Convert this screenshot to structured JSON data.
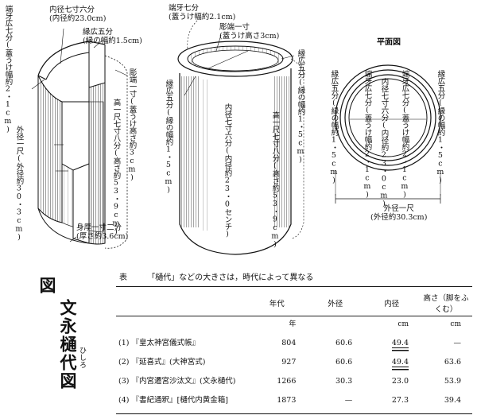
{
  "fig1": {
    "inner_diameter": "内径七寸六分",
    "inner_diameter_cm": "(内径約23.0cm)",
    "rim_width": "縁広五分",
    "rim_width_cm": "(縁の幅約1.5cm)",
    "lid_width_v": "端牙広七分(蓋うけ幅約2・1cm)",
    "carve_v": "彫端一寸(蓋うけ高さ約3cm)",
    "height_v": "高一尺七寸八分(高さ約53・9cm)",
    "outer_v": "外径一尺(外径約30・3cm)",
    "thickness": "身厚一寸二分",
    "thickness_cm": "(厚さ約3.6cm)"
  },
  "fig2": {
    "lid_width": "端牙七分",
    "lid_width_cm": "(蓋うけ幅約2.1cm)",
    "carve": "彫端一寸",
    "carve_cm": "(蓋うけ高さ3cm)",
    "rim_right_v": "縁広五分(縁の幅約1・5cm)",
    "rim_left_v": "縁広五分(縁の幅約1・5cm)",
    "inner_v": "内径七寸六分(内径約23・0センチ)",
    "height_v": "高一尺七寸八分(高さ約53・9cm)"
  },
  "plan": {
    "title": "平面図",
    "rim_left_v": "縁広五分(縁の幅約1・5cm)",
    "lid_left_v": "端牙広七分(蓋うけ幅約2・1cm)",
    "inner_v": "内径七寸六分(内径約23・0cm)",
    "lid_right_v": "端牙広七分(蓋うけ幅約2・1cm)",
    "rim_right_v": "縁広五分(縁の幅約1・5cm)",
    "outer": "外径一尺",
    "outer_cm": "(外径約30.3cm)"
  },
  "figure_label": {
    "zu": "図",
    "title": "文永樋代図",
    "ruby": "ひしろ"
  },
  "table": {
    "caption_prefix": "表",
    "caption": "「樋代」などの大きさは，時代によって異なる",
    "headers": [
      "",
      "年代",
      "外径",
      "内径",
      "高さ（脚をふくむ）"
    ],
    "units": {
      "year": "年",
      "outer": "cm",
      "inner": "cm",
      "height": "cm"
    },
    "rows": [
      {
        "no": "(1)",
        "name": "『皇太神宮儀式帳』",
        "year": "804",
        "outer": "60.6",
        "inner": "49.4",
        "height": "—"
      },
      {
        "no": "(2)",
        "name": "『延喜式』(大神宮式)",
        "year": "927",
        "outer": "60.6",
        "inner": "49.4",
        "height": "63.6"
      },
      {
        "no": "(3)",
        "name": "『内宮遷宮沙汰文』(文永樋代)",
        "year": "1266",
        "outer": "30.3",
        "inner": "23.0",
        "height": "53.9"
      },
      {
        "no": "(4)",
        "name": "『書紀通釈』[樋代内黄金箱]",
        "year": "1873",
        "outer": "—",
        "inner": "27.3",
        "height": "39.4"
      }
    ]
  }
}
